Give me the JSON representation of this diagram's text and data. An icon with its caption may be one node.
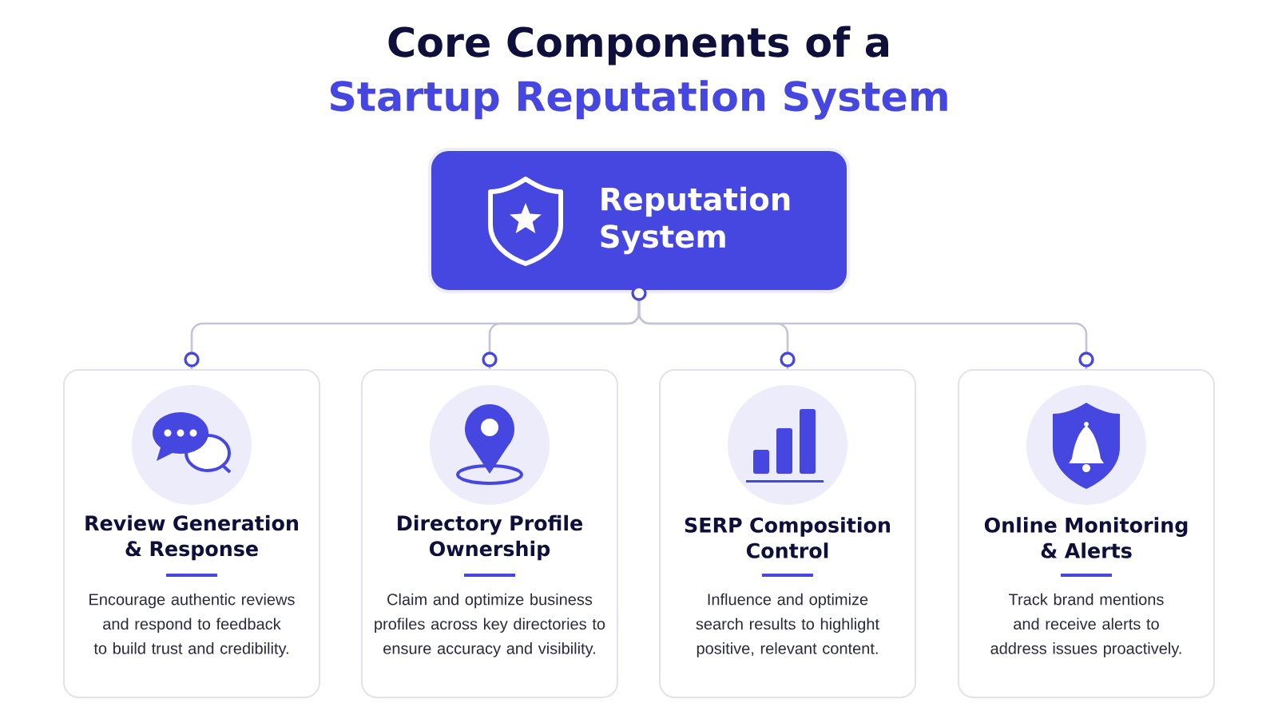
{
  "diagram": {
    "title": "Core Components of a",
    "labels": [
      "Startup Reputation System"
    ],
    "nodes": [
      {
        "text": [
          "Reputation System"
        ]
      },
      {
        "text": [
          "Review Generation & Response",
          "Encourage authentic reviews and respond to feedback to build trust and credibility."
        ]
      },
      {
        "text": [
          "Directory Profile Ownership",
          "Claim and optimize business profiles across key directories to ensure accuracy and visibility."
        ]
      },
      {
        "text": [
          "SERP Composition Control",
          "Influence and optimize search results to highlight positive, relevant content."
        ]
      },
      {
        "text": [
          "Online Monitoring & Alerts",
          "Track brand mentions and receive alerts to address issues proactively."
        ]
      }
    ],
    "edges": [
      {
        "from": 0,
        "to": 1,
        "arrow": "none"
      },
      {
        "from": 0,
        "to": 2,
        "arrow": "none"
      },
      {
        "from": 0,
        "to": 3,
        "arrow": "none"
      },
      {
        "from": 0,
        "to": 4,
        "arrow": "none"
      }
    ]
  }
}
